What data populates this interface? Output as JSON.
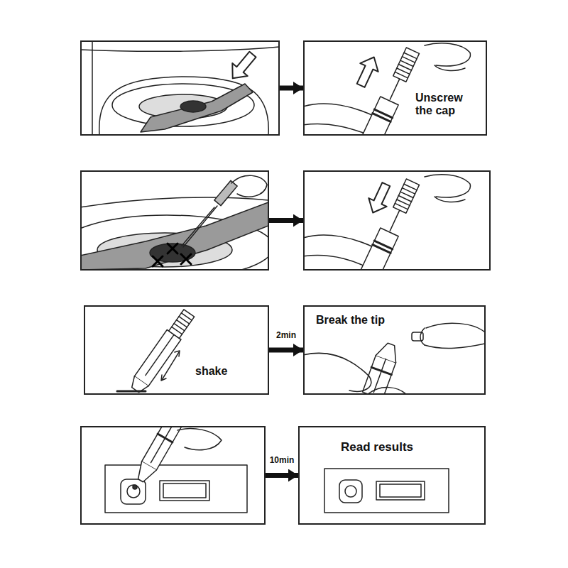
{
  "diagram": {
    "nodes": [
      {
        "text": []
      },
      {
        "text": [
          "Unscrew the cap"
        ]
      },
      {
        "text": []
      },
      {
        "text": []
      },
      {
        "text": [
          "shake"
        ]
      },
      {
        "text": [
          "Break the tip"
        ]
      },
      {
        "text": []
      },
      {
        "text": [
          "Read results"
        ]
      }
    ],
    "edges": [
      {
        "from": 0,
        "to": 1,
        "arrow": "to"
      },
      {
        "from": 2,
        "to": 3,
        "arrow": "to"
      },
      {
        "from": 4,
        "to": 5,
        "label": "2min",
        "arrow": "to"
      },
      {
        "from": 6,
        "to": 7,
        "label": "10min",
        "arrow": "to"
      }
    ]
  }
}
